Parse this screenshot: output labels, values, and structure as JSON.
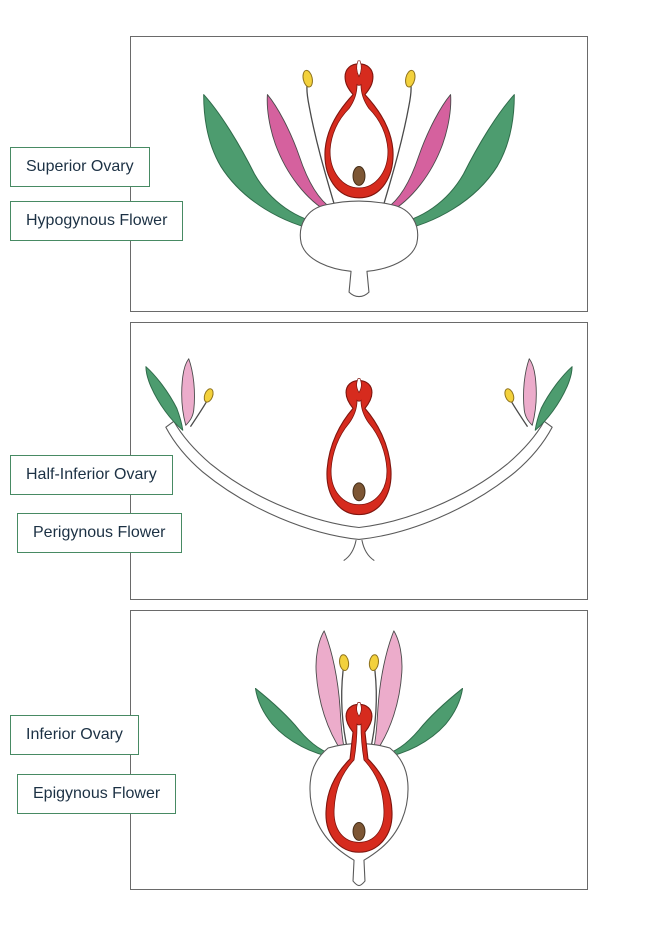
{
  "title": "Flower ovary position diagram",
  "colors": {
    "pistil_red": "#d62b1e",
    "pistil_stroke": "#7e150e",
    "petal_pink_dark": "#d5619e",
    "petal_pink_light": "#ecaccb",
    "sepal_green": "#4d9c6f",
    "sepal_stroke": "#2f6b4a",
    "anther_yellow": "#f3d13c",
    "anther_stroke": "#8f731d",
    "ovule_brown": "#7d5634",
    "ovule_stroke": "#452e18",
    "outline": "#4a4a4a",
    "receptacle_fill": "#ffffff",
    "receptacle_stroke": "#5a5a5a",
    "panel_border": "#6a6a6a",
    "label_border": "#478a63",
    "label_text": "#1c3144"
  },
  "panels": [
    {
      "name": "hypogynous",
      "ovary_label": "Superior Ovary",
      "flower_label": "Hypogynous Flower"
    },
    {
      "name": "perigynous",
      "ovary_label": "Half-Inferior Ovary",
      "flower_label": "Perigynous Flower"
    },
    {
      "name": "epigynous",
      "ovary_label": "Inferior Ovary",
      "flower_label": "Epigynous Flower"
    }
  ]
}
